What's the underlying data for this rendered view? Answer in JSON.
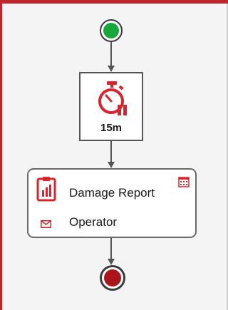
{
  "colors": {
    "frame_accent": "#c0272d",
    "start_fill": "#17a83a",
    "end_fill": "#a9151b",
    "icon_red": "#d7262e",
    "connector": "#555555"
  },
  "nodes": {
    "start": {
      "icon": "start-event-circle"
    },
    "timer": {
      "icon": "stopwatch-icon",
      "label": "15m"
    },
    "task": {
      "title": "Damage Report",
      "title_icon": "clipboard-chart-icon",
      "corner_icon": "calendar-icon",
      "role": "Operator",
      "role_icon": "envelope-icon"
    },
    "end": {
      "icon": "end-event-circle"
    }
  }
}
